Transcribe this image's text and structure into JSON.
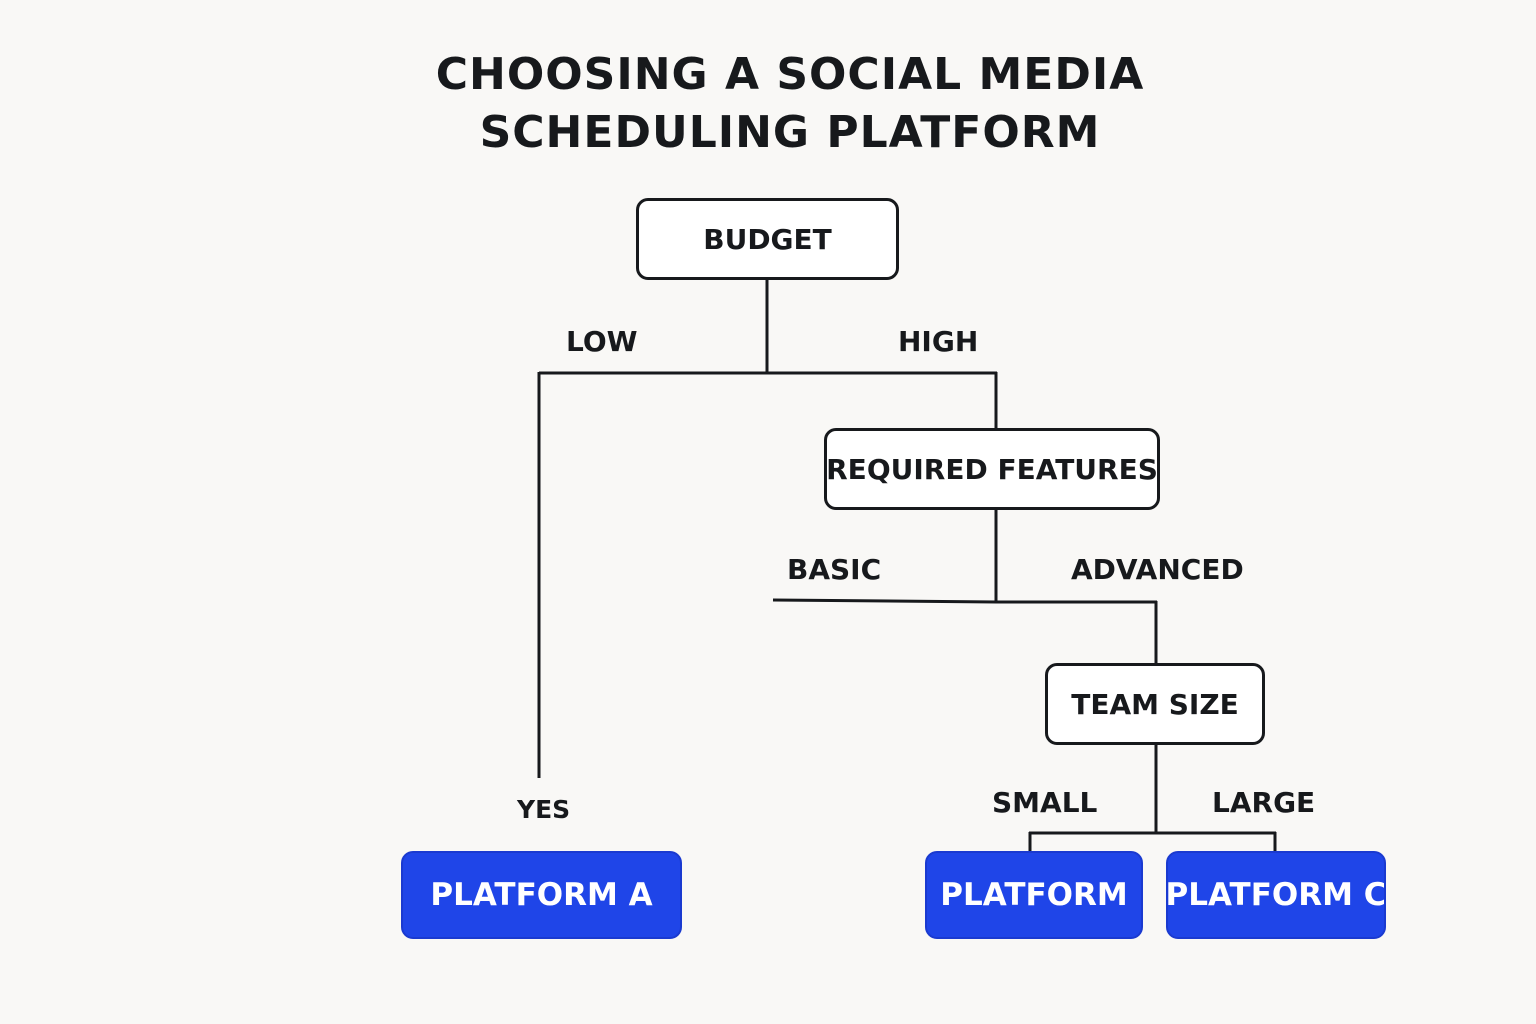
{
  "title": {
    "line1": "CHOOSING A SOCIAL MEDIA",
    "line2": "SCHEDULING PLATFORM"
  },
  "nodes": {
    "budget": "BUDGET",
    "required_features": "REQUIRED FEATURES",
    "team_size": "TEAM SIZE"
  },
  "edge_labels": {
    "low": "LOW",
    "high": "HIGH",
    "basic": "BASIC",
    "advanced": "ADVANCED",
    "yes": "YES",
    "small": "SMALL",
    "large": "LARGE"
  },
  "results": {
    "platform_a": "PLATFORM A",
    "platform_b": "PLATFORM",
    "platform_c": "PLATFORM C"
  },
  "colors": {
    "result_fill": "#1f45e8",
    "line": "#17191c",
    "background": "#f9f8f6"
  }
}
